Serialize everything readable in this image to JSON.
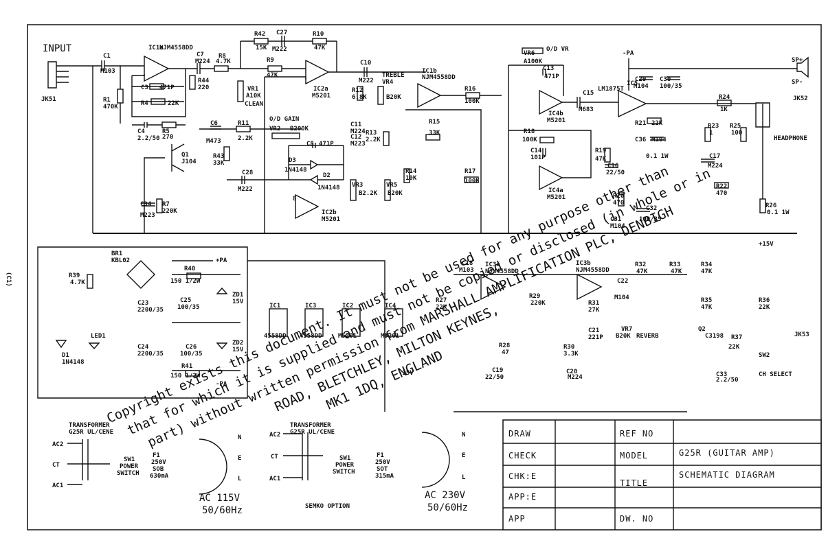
{
  "input_label": "INPUT",
  "jacks": {
    "jk1": "JK51",
    "jk2": "JK52",
    "jk3": "JK53",
    "headphone": "HEADPHONE",
    "ch_select": "CH SELECT"
  },
  "controls": {
    "vr1": "VR1",
    "vr1_val": "A10K",
    "clean": "CLEAN",
    "od_gain": "O/D GAIN",
    "vr2": "VR2",
    "vr2_val": "B200K",
    "treble": "TREBLE",
    "vr4": "VR4",
    "vr4_val": "B20K",
    "vr3": "VR3",
    "vr3_val": "B2.2K",
    "vr5": "VR5",
    "vr5_val": "B20K",
    "vr6": "VR6",
    "od_vr": "O/D VR",
    "vr6_val": "A100K",
    "vr7": "VR7",
    "vr7_val": "B20K",
    "reverb": "REVERB"
  },
  "ics": {
    "ic1a": "IC1a",
    "ic1a_p": "NJM4558DD",
    "ic2a": "IC2a",
    "ic2a_p": "M5201",
    "ic1b": "IC1b",
    "ic1b_p": "NJM4558DD",
    "ic2b": "IC2b",
    "ic2b_p": "M5201",
    "ic4b": "IC4b",
    "ic4b_p": "M5201",
    "ic4a": "IC4a",
    "ic4a_p": "M5201",
    "ic5": "IC5",
    "ic5_p": "LM1875T",
    "ic3a": "IC3a",
    "ic3a_p": "NJM4558DD",
    "ic3b": "IC3b",
    "ic3b_p": "NJM4558DD"
  },
  "parts": [
    "C1",
    "M103",
    "R1",
    "470K",
    "C3",
    "471P",
    "R4",
    "22K",
    "C4",
    "2.2/50",
    "R5",
    "270",
    "C7",
    "M224",
    "R44",
    "220",
    "R8",
    "4.7K",
    "R42",
    "15K",
    "C27",
    "M222",
    "R10",
    "47K",
    "R9",
    "47K",
    "C6",
    "M473",
    "R11",
    "2.2K",
    "C8",
    "471P",
    "D3",
    "1N4148",
    "D2",
    "1N4148",
    "R43",
    "33K",
    "C28",
    "M222",
    "Q1",
    "J104",
    "C34",
    "M223",
    "R7",
    "220K",
    "C10",
    "M222",
    "R12",
    "6.8K",
    "C11",
    "M224",
    "C12",
    "M223",
    "R13",
    "2.2K",
    "R14",
    "10K",
    "R16",
    "100K",
    "R15",
    "33K",
    "R17",
    "100K",
    "C13",
    "471P",
    "R18",
    "100K",
    "C14",
    "101P",
    "R19",
    "47K",
    "C15",
    "M683",
    "C16",
    "22/50",
    "C29",
    "M104",
    "C30",
    "100/35",
    "R21",
    "22K",
    "C36",
    "M104",
    "R20",
    "470",
    "C31",
    "M104",
    "C32",
    "100/35",
    "R24",
    "1K",
    "R23",
    "1",
    "R25",
    "100",
    "C17",
    "M224",
    "R22",
    "470",
    "R26",
    "0.1 1W",
    "-PA",
    "+PA"
  ],
  "power": [
    "BR1",
    "KBL02",
    "R39",
    "4.7K",
    "R40",
    "150 1/2W",
    "+PA",
    "C23",
    "2200/35",
    "C25",
    "100/35",
    "ZD1",
    "15V",
    "C24",
    "2200/35",
    "C26",
    "100/35",
    "ZD2",
    "15V",
    "R41",
    "150 1/2W",
    "-PA",
    "D1",
    "1N4148",
    "LED1"
  ],
  "ic_boxes": [
    {
      "name": "IC1",
      "part": "4558DD"
    },
    {
      "name": "IC3",
      "part": "4558DD"
    },
    {
      "name": "IC2",
      "part": "M5201"
    },
    {
      "name": "IC4",
      "part": "M5201"
    }
  ],
  "pin8": "8",
  "pin4": "4",
  "rail_pos": "+15V",
  "rail_neg": "-15V",
  "reverb_parts": [
    "C18",
    "M103",
    "R27",
    "22K",
    "R29",
    "220K",
    "R28",
    "47",
    "C19",
    "22/50",
    "C22",
    "M104",
    "R31",
    "27K",
    "C21",
    "221P",
    "R30",
    "3.3K",
    "C20",
    "M224",
    "R32",
    "47K",
    "R33",
    "47K",
    "R34",
    "47K",
    "R35",
    "47K",
    "R36",
    "22K",
    "Q2",
    "C3198",
    "R37",
    "22K",
    "C33",
    "2.2/50",
    "SW2"
  ],
  "transformer_left": {
    "title": "TRANSFORMER",
    "subtitle": "G25R UL/CENE",
    "ac2": "AC2",
    "ct": "CT",
    "ac1": "AC1",
    "sw": "SW1",
    "sw_label": "POWER",
    "sw_label2": "SWITCH",
    "fuse": "F1",
    "fuse_val": "250V",
    "fuse_val2": "SOB",
    "fuse_val3": "630mA",
    "n": "N",
    "e": "E",
    "l": "L",
    "mains": "AC 115V",
    "hz": "50/60Hz"
  },
  "transformer_right": {
    "title": "TRANSFORMER",
    "subtitle": "G25R UL/CENE",
    "ac2": "AC2",
    "ct": "CT",
    "ac1": "AC1",
    "sw": "SW1",
    "sw_label": "POWER",
    "sw_label2": "SWITCH",
    "fuse": "F1",
    "fuse_val": "250V",
    "fuse_val2": "SOT",
    "fuse_val3": "315mA",
    "n": "N",
    "e": "E",
    "l": "L",
    "mains": "AC 230V",
    "hz": "50/60Hz"
  },
  "semko": "SEMKO OPTION",
  "title_block": {
    "draw": "DRAW",
    "check": "CHECK",
    "chke": "CHK:E",
    "appe": "APP:E",
    "app": "APP",
    "ref_no": "REF NO",
    "model": "MODEL",
    "model_val": "G25R (GUITAR AMP)",
    "title": "TITLE",
    "title_val": "SCHEMATIC  DIAGRAM",
    "dw_no": "DW. NO"
  },
  "margin_note": "(C1)",
  "watermark": [
    "Copyright exists this document. It must not be used for any purpose other than",
    "that for which it is supplied and must not be copied or disclosed (in whole or in",
    "part) without written permission from MARSHALL AMPLIFICATION PLC, DENBIGH",
    "ROAD, BLETCHLEY, MILTON KEYNES,",
    "MK1 1DQ, ENGLAND"
  ]
}
